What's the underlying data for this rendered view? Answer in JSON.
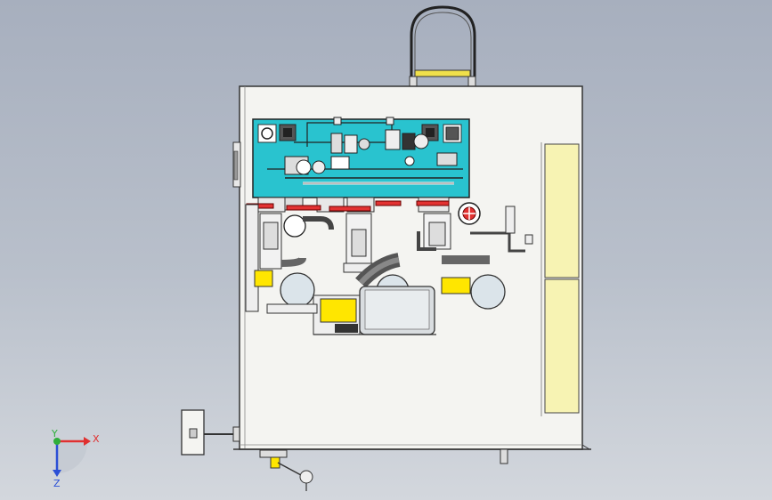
{
  "triad": {
    "x_label": "X",
    "y_label": "Y",
    "z_label": "Z",
    "x_color": "#e03030",
    "y_color": "#2fae3a",
    "z_color": "#2b4fd6"
  },
  "colors": {
    "cabinet": "#f4f4f1",
    "panel": "#29c3cf",
    "valve_red": "#e23232",
    "yellow_panel": "#f7f3b3",
    "motor_yellow": "#ffe600"
  }
}
